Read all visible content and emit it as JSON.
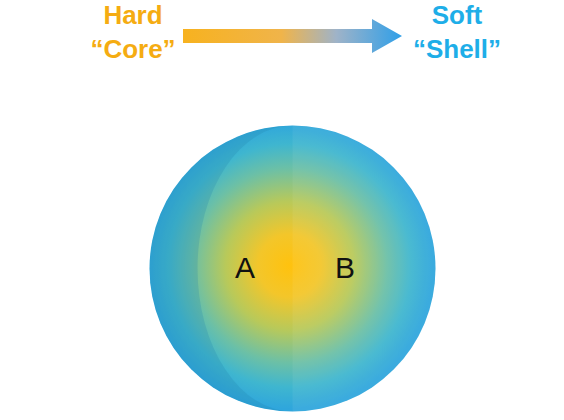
{
  "diagram": {
    "nodes": [
      {
        "text": [
          "A",
          "B"
        ]
      }
    ],
    "labels": [
      "Hard “Core”",
      "Soft “Shell”"
    ]
  }
}
